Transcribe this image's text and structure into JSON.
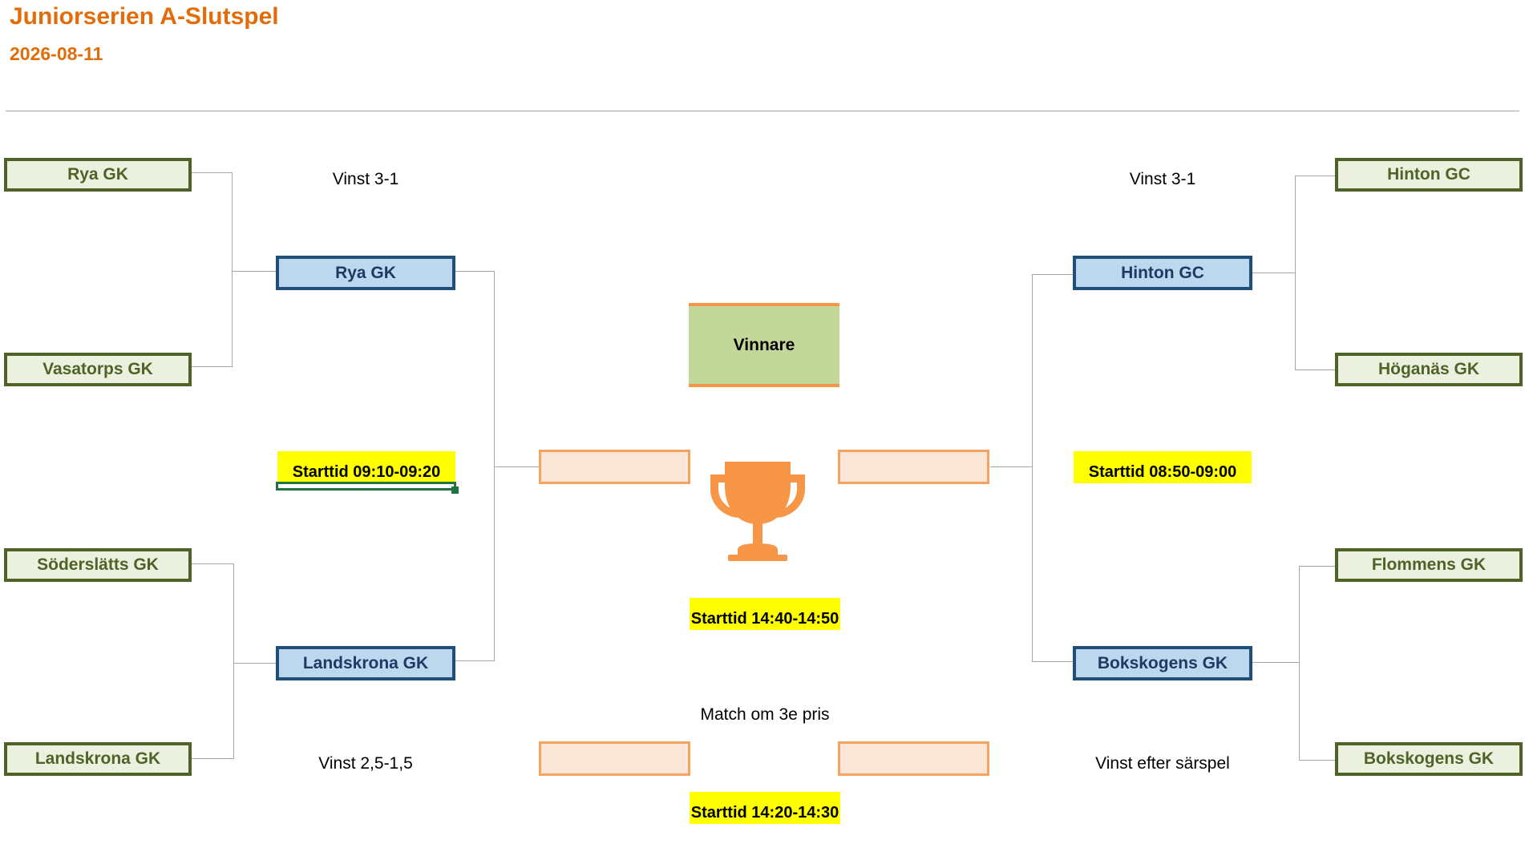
{
  "header": {
    "title": "Juniorserien A-Slutspel",
    "date": "2026-08-11"
  },
  "left": {
    "round1": [
      "Rya GK",
      "Vasatorps GK",
      "Söderslätts GK",
      "Landskrona GK"
    ],
    "round2": [
      "Rya GK",
      "Landskrona GK"
    ],
    "result_top": "Vinst 3-1",
    "result_bottom": "Vinst 2,5-1,5",
    "start_time": "Starttid 09:10-09:20"
  },
  "right": {
    "round1": [
      "Hinton GC",
      "Höganäs GK",
      "Flommens GK",
      "Bokskogens GK"
    ],
    "round2": [
      "Hinton GC",
      "Bokskogens GK"
    ],
    "result_top": "Vinst 3-1",
    "result_bottom": "Vinst efter särspel",
    "start_time": "Starttid 08:50-09:00"
  },
  "center": {
    "winner_label": "Vinnare",
    "final_left": "",
    "final_right": "",
    "final_time": "Starttid 14:40-14:50",
    "third_place_label": "Match om 3e pris",
    "third_left": "",
    "third_right": "",
    "third_time": "Starttid 14:20-14:30",
    "trophy_icon": "trophy-icon",
    "trophy_color": "#f79646"
  },
  "colors": {
    "title": "#e36c0a",
    "round1_fill": "#ebf1de",
    "round1_border": "#4f6228",
    "round2_fill": "#bdd7ee",
    "round2_border": "#1f4e79",
    "final_fill": "#fbe5d6",
    "final_border": "#f4a460",
    "winner_fill": "#c4d79b",
    "time_fill": "#ffff00"
  }
}
